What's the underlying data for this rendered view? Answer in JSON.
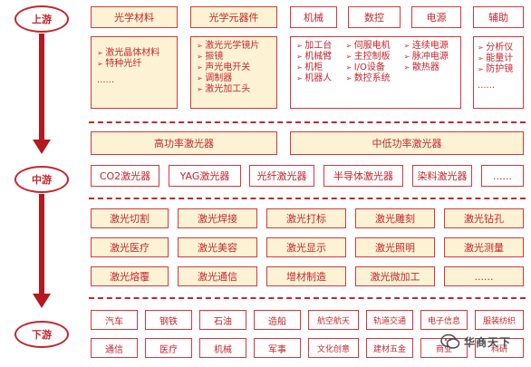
{
  "stages": {
    "upstream": "上游",
    "midstream": "中游",
    "downstream": "下游"
  },
  "upstream": {
    "headers": [
      "光学材料",
      "光学元器件",
      "机械",
      "数控",
      "电源",
      "辅助"
    ],
    "optical_materials": {
      "items": [
        "激光晶体材料",
        "特种光纤"
      ],
      "more": "......"
    },
    "optical_components": {
      "items": [
        "激光光学镜片",
        "振镜",
        "声光电开关",
        "调制器",
        "激光加工头"
      ]
    },
    "mechanical": {
      "items": [
        "加工台",
        "机械臂",
        "机柜",
        "机器人"
      ]
    },
    "cnc": {
      "items": [
        "伺服电机",
        "主控制板",
        "I/O设备",
        "数控系统"
      ]
    },
    "power": {
      "items": [
        "连续电源",
        "脉冲电源",
        "散热器"
      ]
    },
    "auxiliary": {
      "items": [
        "分析仪",
        "能量计",
        "防护镜"
      ],
      "more": "......"
    }
  },
  "midstream": {
    "categories": [
      "高功率激光器",
      "中低功率激光器"
    ],
    "lasers": [
      "CO2激光器",
      "YAG激光器",
      "光纤激光器",
      "半导体激光器",
      "染料激光器",
      "......"
    ],
    "applications": [
      [
        "激光切割",
        "激光焊接",
        "激光打标",
        "激光雕刻",
        "激光钻孔"
      ],
      [
        "激光医疗",
        "激光美容",
        "激光显示",
        "激光照明",
        "激光测量"
      ],
      [
        "激光熔覆",
        "激光通信",
        "增材制造",
        "激光微加工",
        "......"
      ]
    ]
  },
  "downstream": {
    "rows": [
      [
        "汽车",
        "钢铁",
        "石油",
        "造船",
        "航空航天",
        "轨道交通",
        "电子信息",
        "服装纺织"
      ],
      [
        "通信",
        "医疗",
        "机械",
        "军事",
        "文化创意",
        "建材五金",
        "商业",
        "科研"
      ]
    ]
  },
  "watermark": "华商天下",
  "colors": {
    "border": "#d9363e",
    "text": "#c4262e",
    "fill": "#fdf3d4",
    "arrow": "#b3191f"
  }
}
